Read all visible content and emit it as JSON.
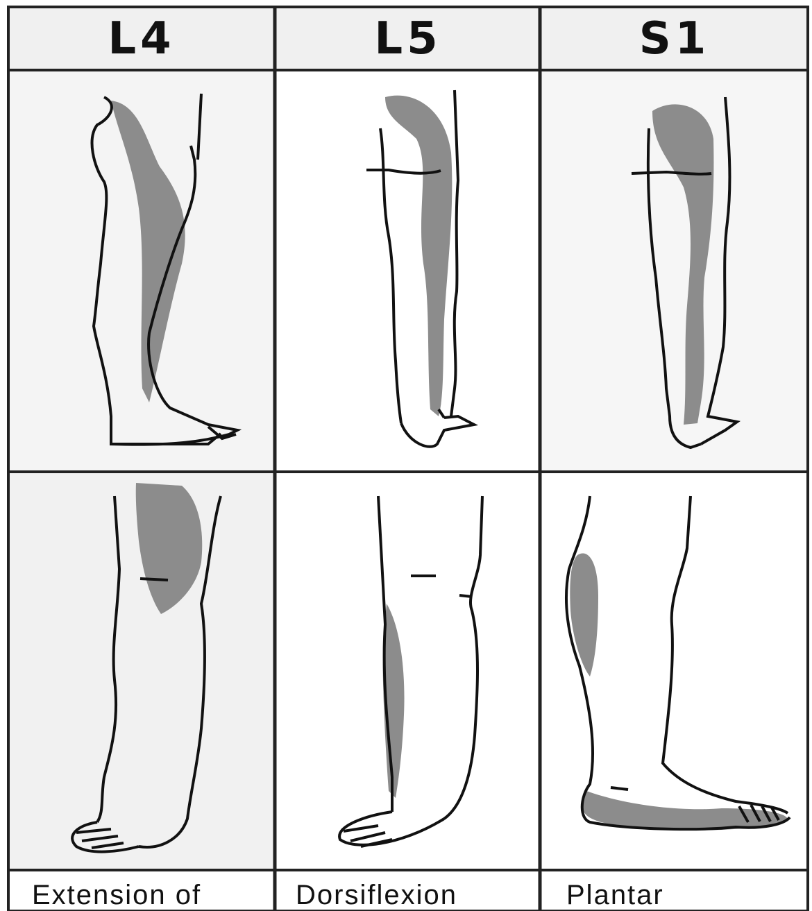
{
  "headers": [
    "L4",
    "L5",
    "S1"
  ],
  "captions": [
    "Extension of",
    "Dorsiflexion",
    "Plantar"
  ],
  "colors": {
    "shade": "#8c8c8c",
    "line": "#111111",
    "grid": "#222222",
    "paper": "#f2f2f2"
  }
}
